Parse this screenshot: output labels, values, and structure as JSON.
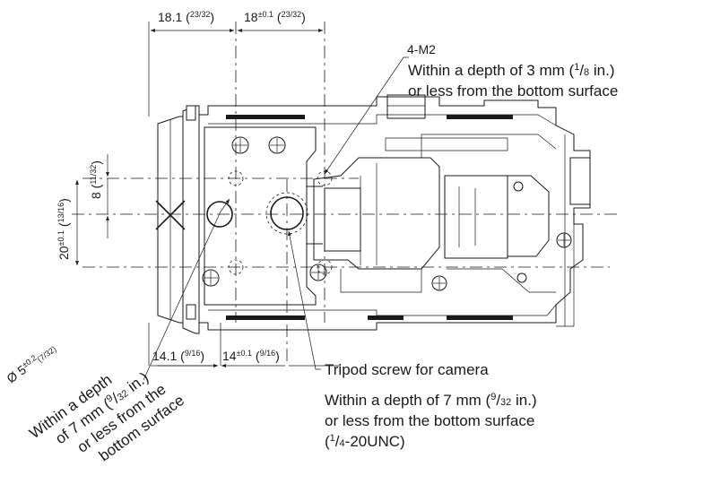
{
  "dimensions": {
    "top_left": {
      "value": "18.1",
      "inch": "23/32"
    },
    "top_right": {
      "value": "18",
      "tolerance": "±0.1",
      "inch": "23/32"
    },
    "left_small": {
      "value": "8",
      "inch": "11/32"
    },
    "left_large": {
      "value": "20",
      "tolerance": "±0.1",
      "inch": "13/16"
    },
    "bottom_left": {
      "value": "14.1",
      "inch": "9/16"
    },
    "bottom_right": {
      "value": "14",
      "tolerance": "±0.1",
      "inch": "9/16"
    },
    "diameter": {
      "symbol": "Ø",
      "value": "5",
      "tolerance": "±0.2",
      "inch": "7/32"
    }
  },
  "notes": {
    "m2_label": "4-M2",
    "m2_line1_prefix": "Within a depth of 3 mm (",
    "m2_line1_inch_num": "1",
    "m2_line1_inch_den": "8",
    "m2_line1_suffix": " in.)",
    "m2_line2": "or less from the bottom surface",
    "tripod_label": "Tripod screw for camera",
    "tripod_line1_prefix": "Within a depth of 7 mm (",
    "tripod_line1_inch_num": "9",
    "tripod_line1_inch_den": "32",
    "tripod_line1_suffix": " in.)",
    "tripod_line2": "or less from the bottom surface",
    "tripod_line3_prefix": "(",
    "tripod_line3_inch_num": "1",
    "tripod_line3_inch_den": "4",
    "tripod_line3_suffix": "-20UNC)",
    "diag_line1": "Within a depth",
    "diag_line2_prefix": "of 7 mm (",
    "diag_line2_inch_num": "9",
    "diag_line2_inch_den": "32",
    "diag_line2_suffix": " in.)",
    "diag_line3": "or less from the",
    "diag_line4": "bottom surface"
  }
}
